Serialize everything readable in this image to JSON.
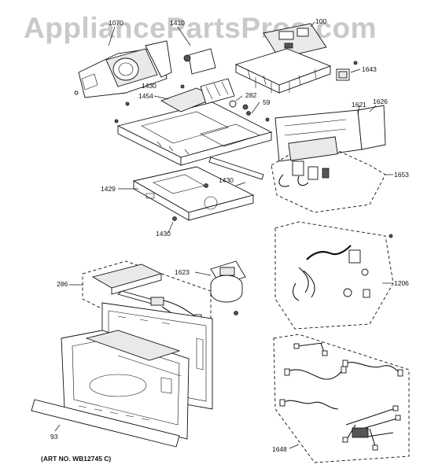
{
  "watermark": "AppliancePartsPros.com",
  "art_number": "(ART NO. WB12745 C)",
  "callouts": {
    "c1070": "1070",
    "c1410": "1410",
    "c100": "100",
    "c1643": "1643",
    "c1430a": "1430",
    "c1454": "1454",
    "c282": "282",
    "c59": "59",
    "c1621": "1621",
    "c1626": "1626",
    "c1430b": "1430",
    "c1429": "1429",
    "c1653": "1653",
    "c1430c": "1430",
    "c1623": "1623",
    "c286": "286",
    "c1206": "1206",
    "c93": "93",
    "c1648": "1648"
  }
}
